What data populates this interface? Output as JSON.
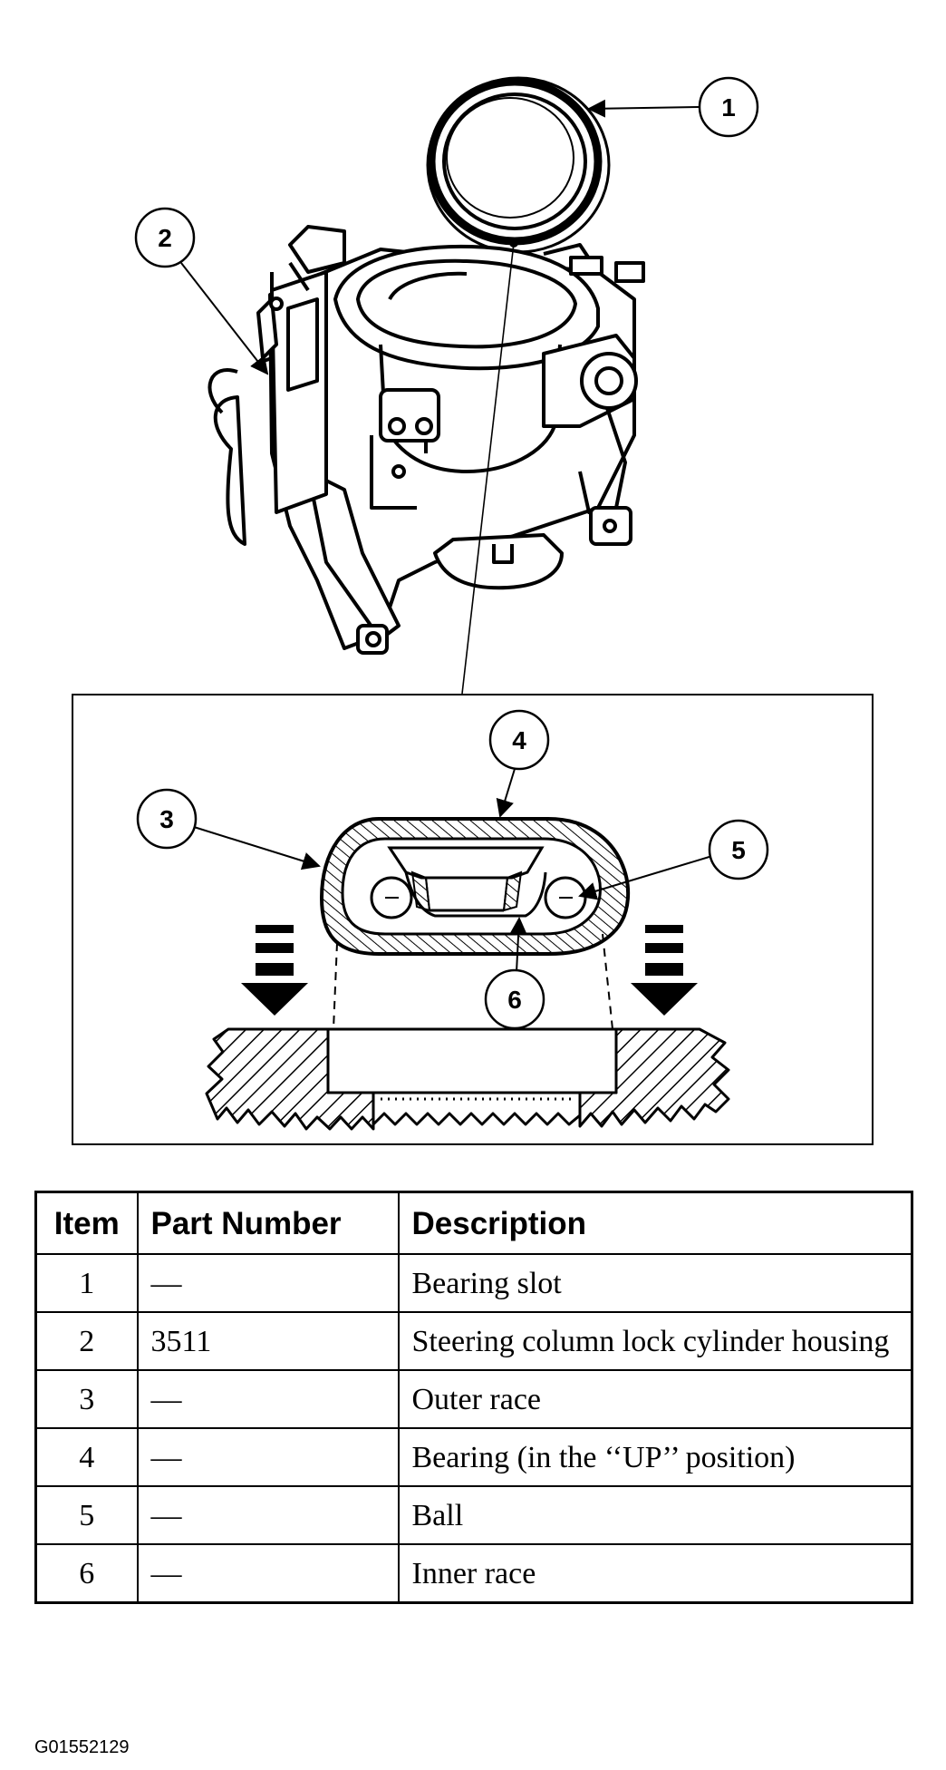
{
  "callouts": [
    "1",
    "2",
    "3",
    "4",
    "5",
    "6"
  ],
  "table": {
    "headers": {
      "item": "Item",
      "part_number": "Part Number",
      "description": "Description"
    },
    "rows": [
      {
        "item": "1",
        "part_number": "—",
        "description": "Bearing slot"
      },
      {
        "item": "2",
        "part_number": "3511",
        "description": "Steering column lock cylinder housing"
      },
      {
        "item": "3",
        "part_number": "—",
        "description": "Outer race"
      },
      {
        "item": "4",
        "part_number": "—",
        "description": "Bearing (in the ‘‘UP’’ position)"
      },
      {
        "item": "5",
        "part_number": "—",
        "description": "Ball"
      },
      {
        "item": "6",
        "part_number": "—",
        "description": "Inner race"
      }
    ]
  },
  "figure_id": "G01552129"
}
